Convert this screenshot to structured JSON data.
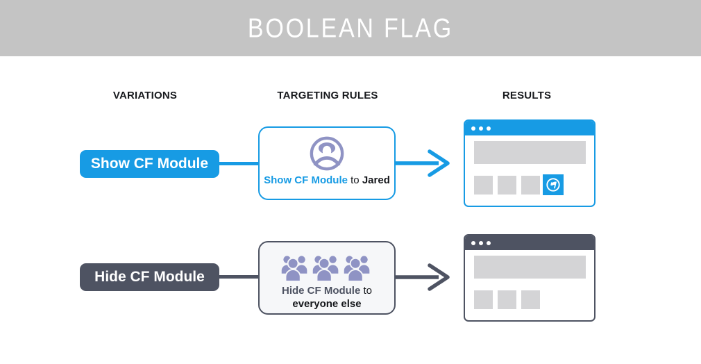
{
  "title_bar": {
    "title": "BOOLEAN FLAG"
  },
  "columns": {
    "variations": "VARIATIONS",
    "targeting_rules": "TARGETING RULES",
    "results": "RESULTS"
  },
  "colors": {
    "header_bg": "#c4c4c4",
    "accent_blue": "#179be4",
    "accent_dark": "#4e5362",
    "icon_purple": "#8f93c4",
    "placeholder_gray": "#d4d4d6",
    "rule_box_alt_bg": "#f6f7f9"
  },
  "rows": [
    {
      "variation_label": "Show CF Module",
      "rule": {
        "icon": "single-user-icon",
        "flag_text": "Show CF Module",
        "joiner": "to",
        "audience": "Jared"
      },
      "result": {
        "module_visible": true,
        "module_icon": "flag-circle-icon"
      }
    },
    {
      "variation_label": "Hide CF Module",
      "rule": {
        "icon": "crowd-icon",
        "flag_text": "Hide CF Module",
        "joiner": "to",
        "audience": "everyone else"
      },
      "result": {
        "module_visible": false
      }
    }
  ]
}
